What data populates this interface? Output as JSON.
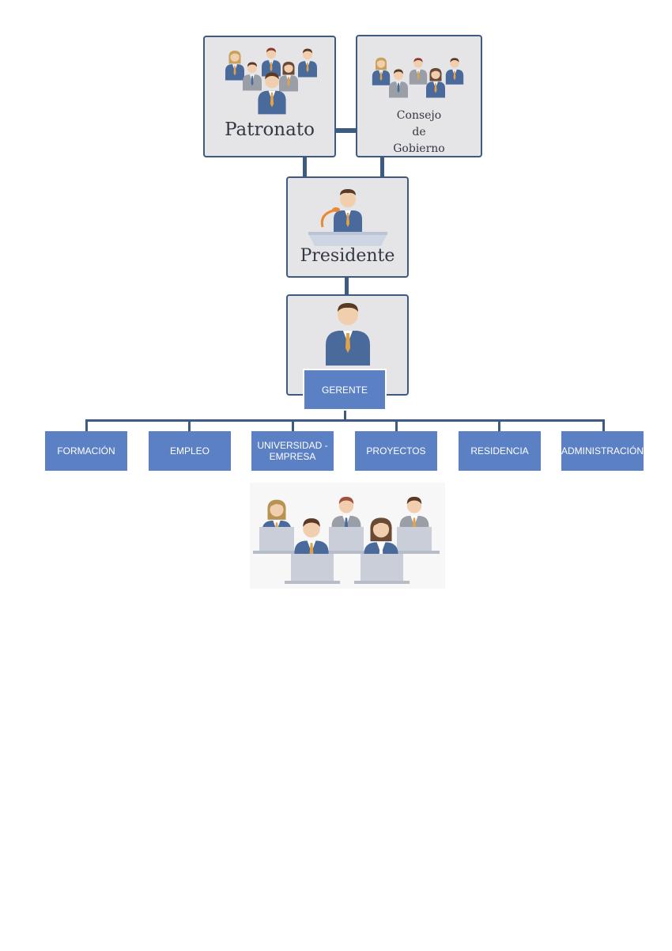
{
  "colors": {
    "connector": "#3d5a80",
    "department_box": "#5b80c4",
    "card_fill": "#e5e5e7",
    "suit": "#4a6a9c",
    "tie": "#e2a249"
  },
  "boards": [
    {
      "title": "Patronato",
      "icon": "group-people-icon"
    },
    {
      "title_lines": [
        "Consejo",
        "de",
        "Gobierno"
      ],
      "icon": "group-people-icon"
    }
  ],
  "president": {
    "title": "Presidente",
    "icon": "speaker-podium-icon"
  },
  "manager": {
    "label": "GERENTE",
    "icon": "manager-person-icon"
  },
  "departments": [
    {
      "label": "FORMACIÓN"
    },
    {
      "label": "EMPLEO"
    },
    {
      "label": "UNIVERSIDAD -\nEMPRESA"
    },
    {
      "label": "PROYECTOS"
    },
    {
      "label": "RESIDENCIA"
    },
    {
      "label": "ADMINISTRACIÓN"
    }
  ],
  "staff": {
    "icon": "staff-at-computers-icon"
  }
}
